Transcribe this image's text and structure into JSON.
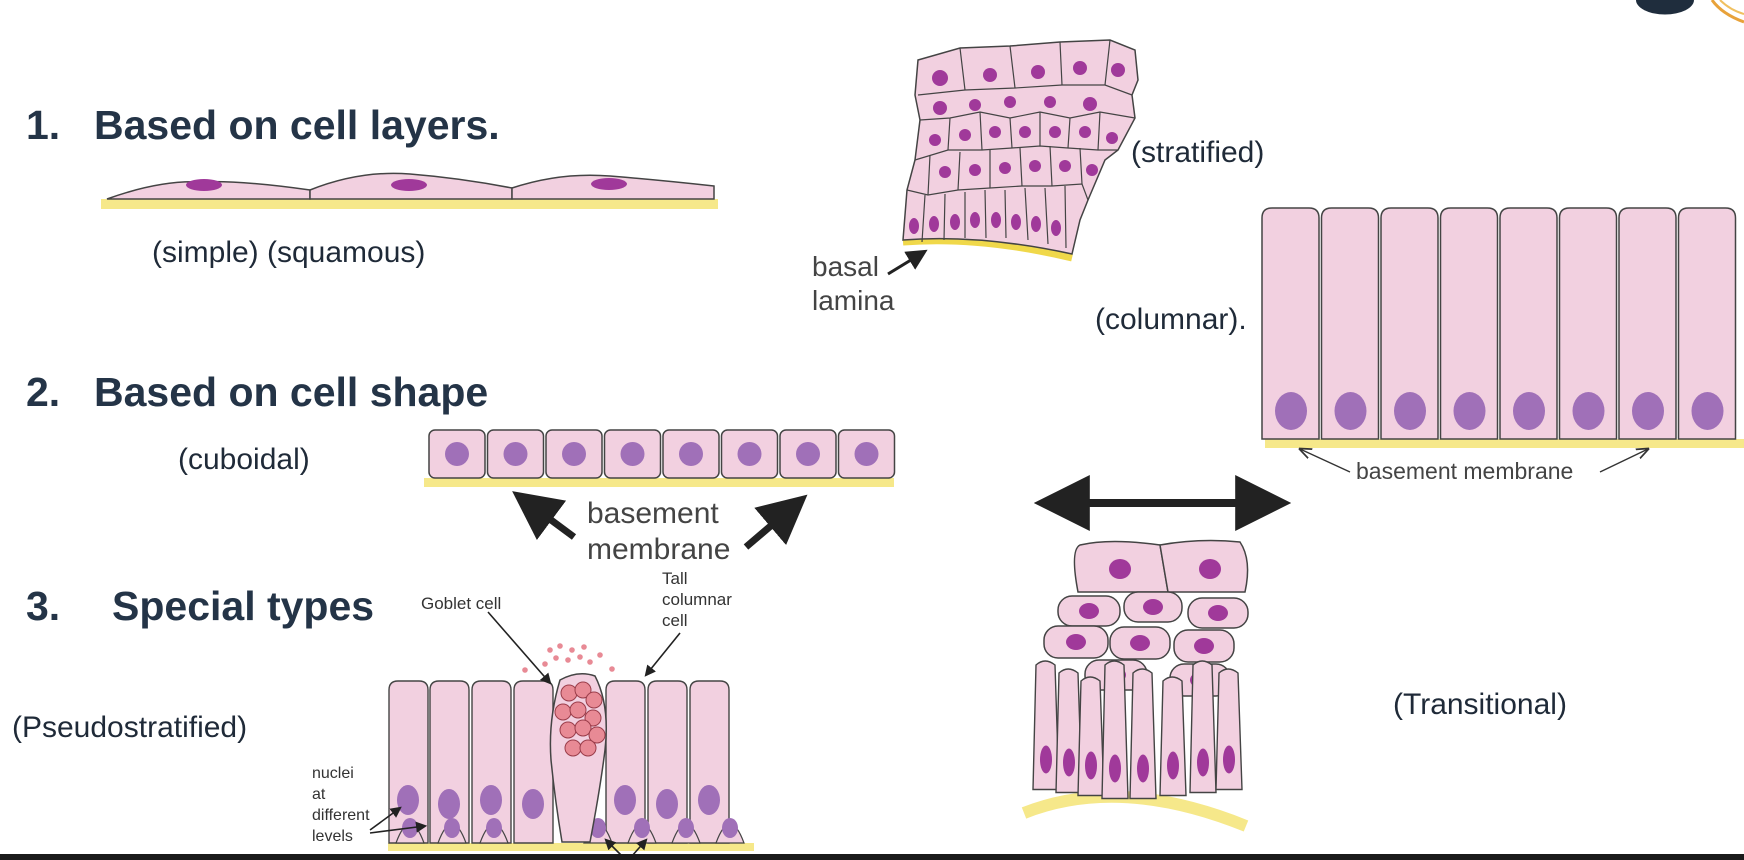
{
  "headings": {
    "h1": {
      "num": "1.",
      "text": "Based on cell layers."
    },
    "h2": {
      "num": "2.",
      "text": "Based on cell shape"
    },
    "h3": {
      "num": "3.",
      "text": "Special types"
    }
  },
  "labels": {
    "simple_squamous": "(simple) (squamous)",
    "stratified": "(stratified)",
    "columnar": "(columnar).",
    "cuboidal": "(cuboidal)",
    "pseudostratified": "(Pseudostratified)",
    "transitional": "(Transitional)"
  },
  "annotations": {
    "basal": "basal",
    "lamina": "lamina",
    "basement_1": "basement",
    "membrane_1": "membrane",
    "basement_membrane": "basement membrane",
    "goblet_cell": "Goblet cell",
    "tall": "Tall",
    "columnar": "columnar",
    "cell": "cell",
    "nuclei": "nuclei",
    "at": "at",
    "different": "different",
    "levels": "levels"
  },
  "colors": {
    "cell_fill": "#f2d0e0",
    "nucleus_dark": "#a0399a",
    "nucleus_light": "#a070b8",
    "membrane": "#f6e88a",
    "heading": "#243447"
  }
}
